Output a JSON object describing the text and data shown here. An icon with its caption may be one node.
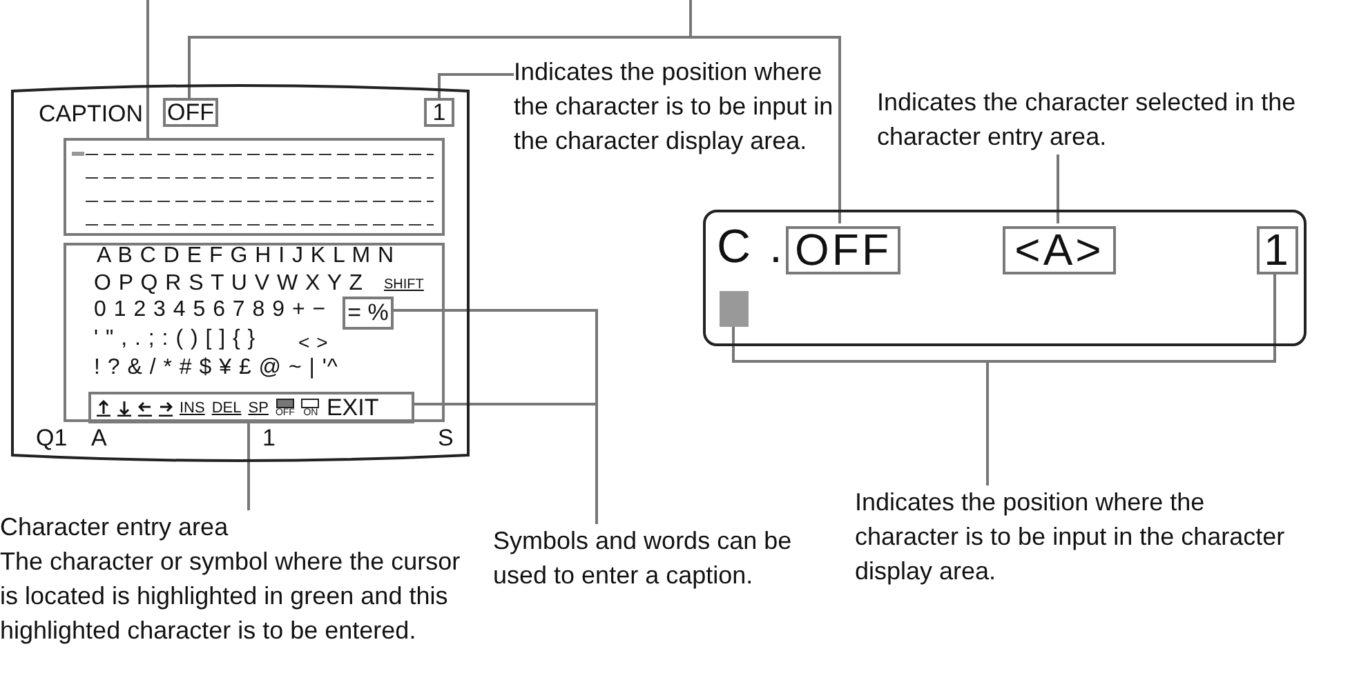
{
  "diagram": {
    "nodes": [
      {
        "text": [
          "CAPTION",
          "Q1",
          "A",
          "1",
          "S"
        ]
      },
      {
        "text": [
          "OFF"
        ],
        "in": 0
      },
      {
        "text": [
          "1"
        ],
        "in": 0
      },
      {
        "text": [],
        "shape": "box",
        "in": 0
      },
      {
        "text": [
          "A B C D E F G H I J K L M N",
          "O P Q R S T U V W X Y Z",
          "SHIFT",
          "0 1 2 3 4 5 6 7 8 9 + −",
          "' \" , . ; : ( ) [ ] { }",
          "< >",
          "! ? & / * # $ ¥ £ @ ~ | '^"
        ],
        "in": 0
      },
      {
        "text": [
          "= %"
        ],
        "in": 4
      },
      {
        "text": [
          "INS",
          "DEL",
          "SP",
          "OFF",
          "ON",
          "EXIT"
        ],
        "in": 4
      },
      {
        "text": [
          "C ."
        ]
      },
      {
        "text": [
          "OFF"
        ],
        "in": 7
      },
      {
        "text": [
          "<A>"
        ],
        "in": 7
      },
      {
        "text": [
          "1"
        ],
        "in": 7
      },
      {
        "text": [],
        "shape": "box",
        "in": 7
      },
      {
        "text": [
          "Indicates the position where the character is to be input in the character display area."
        ]
      },
      {
        "text": [
          "Indicates the character selected in the character entry area."
        ]
      },
      {
        "text": [
          "Indicates the position where the character is to be input in the character display area."
        ]
      },
      {
        "text": [
          "Character entry area",
          "The character or symbol where the cursor is located is highlighted in green and this highlighted character is to be entered."
        ]
      },
      {
        "text": [
          "Symbols and words can be used to enter a caption."
        ]
      }
    ],
    "edges": [
      {
        "from": null,
        "to": 3,
        "arrow": "none"
      },
      {
        "from": null,
        "to": 1,
        "arrow": "none"
      },
      {
        "from": null,
        "to": 8,
        "arrow": "none"
      },
      {
        "from": 12,
        "to": 2,
        "arrow": "none"
      },
      {
        "from": 13,
        "to": 9,
        "arrow": "none"
      },
      {
        "from": 14,
        "to": 11,
        "arrow": "none"
      },
      {
        "from": 14,
        "to": 10,
        "arrow": "none"
      },
      {
        "from": 15,
        "to": 4,
        "arrow": "none"
      },
      {
        "from": 16,
        "to": 5,
        "arrow": "none"
      },
      {
        "from": 16,
        "to": 6,
        "arrow": "none"
      }
    ]
  }
}
